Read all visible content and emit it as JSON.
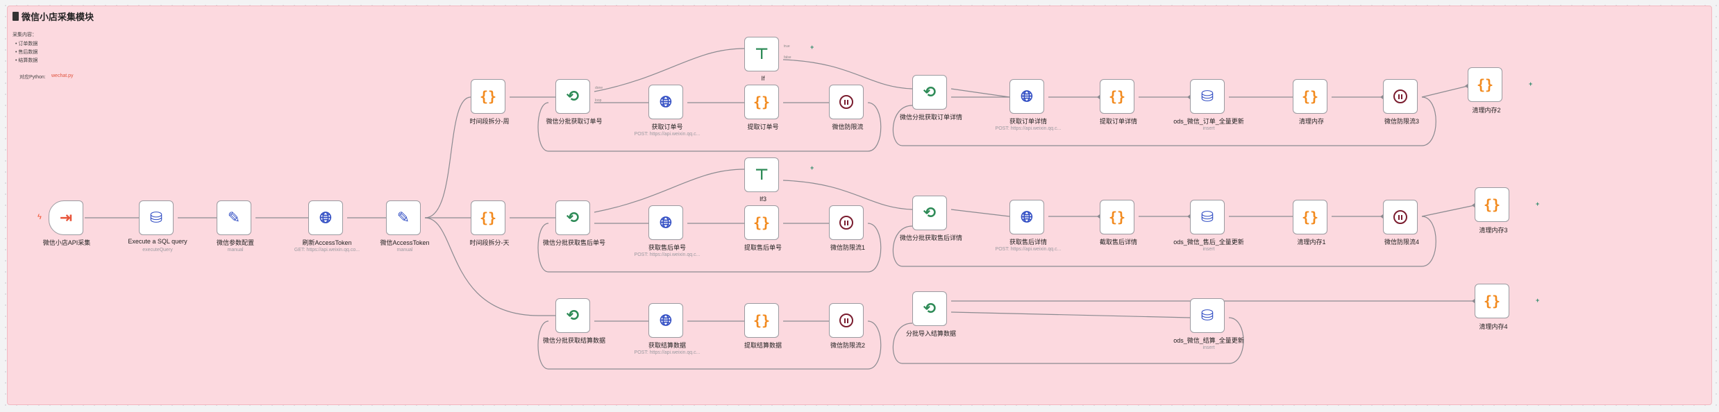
{
  "note": {
    "title": "微信小店采集模块",
    "intro": "采集内容：",
    "bullets": [
      "订单数据",
      "售后数据",
      "结算数据"
    ],
    "python_label": "对应Python:",
    "python_file": "wechat.py"
  },
  "nodes": {
    "trigger": {
      "label": "微信小店API采集"
    },
    "sql": {
      "label": "Execute a SQL query",
      "sub": "executeQuery"
    },
    "params": {
      "label": "微信参数配置",
      "sub": "manual"
    },
    "refresh_token": {
      "label": "刷新AccessToken",
      "sub": "GET: https://api.weixin.qq.co..."
    },
    "wx_token": {
      "label": "微信AccessToken",
      "sub": "manual"
    },
    "time_week": {
      "label": "时间段拆分-周"
    },
    "time_day": {
      "label": "时间段拆分-天"
    },
    "batch_order_no": {
      "label": "微信分批获取订单号"
    },
    "get_order_no": {
      "label": "获取订单号",
      "sub": "POST: https://api.weixin.qq.c..."
    },
    "extract_order_no": {
      "label": "提取订单号"
    },
    "limit1": {
      "label": "微信防限流"
    },
    "if1": {
      "label": "If"
    },
    "batch_order_detail": {
      "label": "微信分批获取订单详情"
    },
    "get_order_detail": {
      "label": "获取订单详情",
      "sub": "POST: https://api.weixin.qq.c..."
    },
    "extract_order_detail": {
      "label": "提取订单详情"
    },
    "ods_order": {
      "label": "ods_微信_订单_全量更新",
      "sub": "insert"
    },
    "clear_mem": {
      "label": "清理内存"
    },
    "limit3": {
      "label": "微信防限流3"
    },
    "clear_mem2": {
      "label": "清理内存2"
    },
    "batch_aftersale_no": {
      "label": "微信分批获取售后单号"
    },
    "get_aftersale_no": {
      "label": "获取售后单号",
      "sub": "POST: https://api.weixin.qq.c..."
    },
    "extract_aftersale_no": {
      "label": "提取售后单号"
    },
    "limit1b": {
      "label": "微信防限流1"
    },
    "if3": {
      "label": "If3"
    },
    "batch_aftersale_detail": {
      "label": "微信分批获取售后详情"
    },
    "get_aftersale_detail": {
      "label": "获取售后详情",
      "sub": "POST: https://api.weixin.qq.c..."
    },
    "cut_aftersale_detail": {
      "label": "截取售后详情"
    },
    "ods_aftersale": {
      "label": "ods_微信_售后_全量更新",
      "sub": "insert"
    },
    "clear_mem1": {
      "label": "清理内存1"
    },
    "limit4": {
      "label": "微信防限流4"
    },
    "clear_mem3": {
      "label": "清理内存3"
    },
    "batch_settle": {
      "label": "微信分批获取结算数据"
    },
    "get_settle": {
      "label": "获取结算数据",
      "sub": "POST: https://api.weixin.qq.c..."
    },
    "extract_settle": {
      "label": "提取结算数据"
    },
    "limit2": {
      "label": "微信防限流2"
    },
    "batch_import_settle": {
      "label": "分批导入结算数据"
    },
    "ods_settle": {
      "label": "ods_微信_结算_全量更新",
      "sub": "insert"
    },
    "clear_mem4": {
      "label": "清理内存4"
    }
  },
  "ports": {
    "loop_done": "done",
    "loop": "loop",
    "if_true": "true",
    "if_false": "false"
  },
  "colors": {
    "sticky": "#fcd9df",
    "code": "#f28a1e",
    "loop": "#2e8b57",
    "http": "#3450c4",
    "wait": "#7a1c2e",
    "trigger": "#e8543a"
  }
}
